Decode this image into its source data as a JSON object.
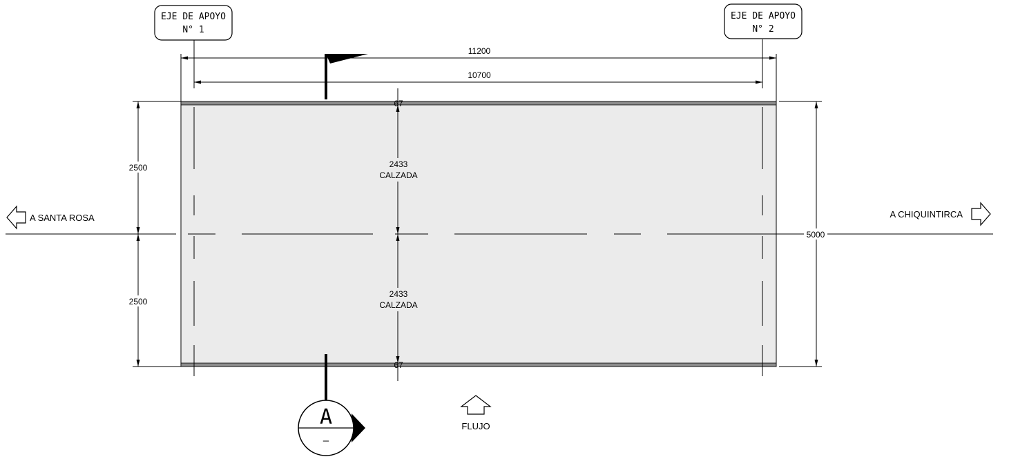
{
  "supports": {
    "left": {
      "line1": "EJE DE APOYO",
      "line2": "N° 1"
    },
    "right": {
      "line1": "EJE DE APOYO",
      "line2": "N° 2"
    }
  },
  "dimensions": {
    "total_length": "11200",
    "span_length": "10700",
    "left_upper": "2500",
    "left_lower": "2500",
    "total_width": "5000",
    "lane_upper": "2433",
    "lane_lower": "2433",
    "lane_label": "CALZADA",
    "edge_top": "67",
    "edge_bottom": "67"
  },
  "directions": {
    "left": "A SANTA ROSA",
    "right": "A CHIQUINTIRCA"
  },
  "flow_label": "FLUJO",
  "section_marker": {
    "letter": "A",
    "sub": "–"
  },
  "colors": {
    "deck_fill": "#ebebeb",
    "line": "#000000",
    "edge_band": "#8c8c8c"
  }
}
